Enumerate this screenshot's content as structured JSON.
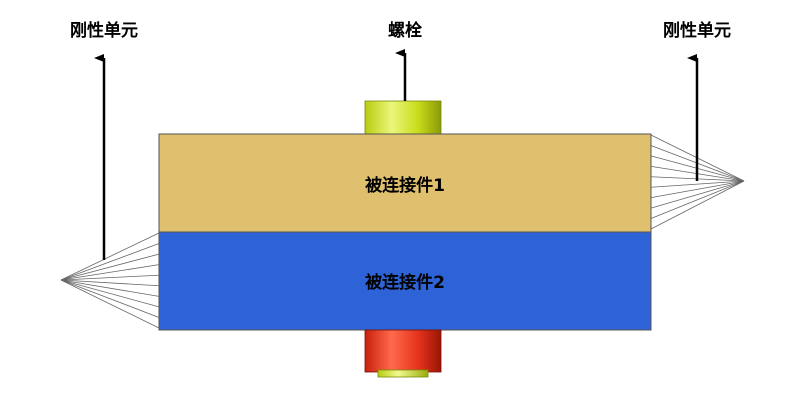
{
  "labels": {
    "rigid_left": "刚性单元",
    "bolt": "螺栓",
    "rigid_right": "刚性单元",
    "part1": "被连接件1",
    "part2": "被连接件2"
  },
  "colors": {
    "part1": "#dfc06e",
    "part2": "#2e63d8",
    "bolt_top": "#c8dc1a",
    "bolt_bottom": "#e5331c",
    "spider_lines": "#666666",
    "arrows": "#000000"
  },
  "spider_line_count": 10
}
